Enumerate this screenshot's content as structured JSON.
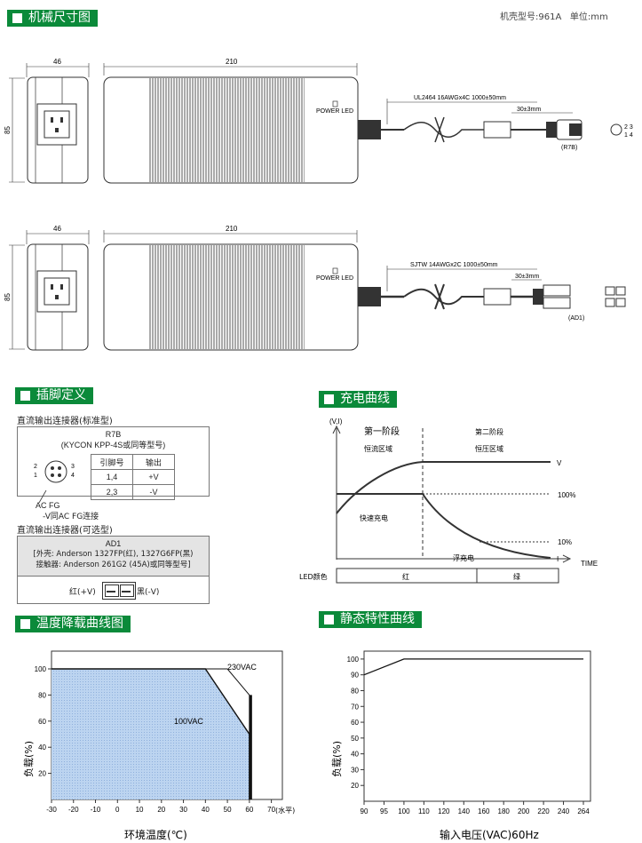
{
  "header": {
    "title": "机械尺寸图",
    "case_no": "机壳型号:961A",
    "unit": "单位:mm"
  },
  "drawing_top": {
    "dim_width_small": "46",
    "dim_width_large": "210",
    "dim_height": "85",
    "led_label": "POWER LED",
    "cable_spec": "UL2464 16AWGx4C 1000±50mm",
    "cable_end": "30±3mm",
    "connector_name": "(R7B)",
    "pin_top": "2 3",
    "pin_bottom": "1 4"
  },
  "drawing_bottom": {
    "dim_width_small": "46",
    "dim_width_large": "210",
    "dim_height": "85",
    "led_label": "POWER LED",
    "cable_spec": "SJTW 14AWGx2C 1000±50mm",
    "cable_end": "30±3mm",
    "connector_name": "(AD1)"
  },
  "pin_section": {
    "title": "插脚定义",
    "std_title": "直流输出连接器(标准型)",
    "std_name": "R7B",
    "std_model": "(KYCON KPP-4S或同等型号)",
    "col_pin": "引脚号",
    "col_output": "输出",
    "rows": [
      {
        "pin": "1,4",
        "out": "+V"
      },
      {
        "pin": "2,3",
        "out": "-V"
      }
    ],
    "pin_labels": {
      "p2": "2",
      "p1": "1",
      "p3": "3",
      "p4": "4"
    },
    "acfg": "AC FG",
    "acfg_note": "-V同AC FG连接",
    "opt_title": "直流输出连接器(可选型)",
    "opt_name": "AD1",
    "opt_housing": "[外壳: Anderson 1327FP(红), 1327G6FP(黑)",
    "opt_contact": "接触器: Anderson 261G2 (45A)或同等型号]",
    "red_label": "红(+V)",
    "black_label": "黑(-V)"
  },
  "charge_section": {
    "title": "充电曲线",
    "y_label": "(V,I)",
    "stage1": "第一阶段",
    "stage1b": "恒流区域",
    "stage2": "第二阶段",
    "stage2b": "恒压区域",
    "v_label": "V",
    "pct100": "100%",
    "pct10": "10%",
    "i_label": "I",
    "fast": "快速充电",
    "float": "浮充电",
    "time": "TIME",
    "led_color": "LED颜色",
    "red": "红",
    "green": "绿"
  },
  "derating_section": {
    "title": "温度降载曲线图",
    "label_230": "230VAC",
    "label_100": "100VAC",
    "ylabel": "负载(%)",
    "xlabel": "环境温度(℃)",
    "xunit": "(水平)"
  },
  "static_section": {
    "title": "静态特性曲线",
    "ylabel": "负载(%)",
    "xlabel": "输入电压(VAC)60Hz"
  },
  "chart_data": [
    {
      "type": "area",
      "title": "",
      "xlabel": "环境温度(℃)",
      "ylabel": "负载(%)",
      "x_ticks": [
        -30,
        -20,
        -10,
        0,
        10,
        20,
        30,
        40,
        50,
        60,
        70
      ],
      "y_ticks": [
        20,
        40,
        60,
        80,
        100
      ],
      "xlim": [
        -30,
        75
      ],
      "ylim": [
        0,
        110
      ],
      "series": [
        {
          "name": "230VAC",
          "x": [
            -30,
            50,
            60,
            60
          ],
          "y": [
            100,
            100,
            80,
            0
          ]
        },
        {
          "name": "100VAC",
          "x": [
            -30,
            40,
            60,
            60
          ],
          "y": [
            100,
            100,
            50,
            0
          ]
        }
      ]
    },
    {
      "type": "line",
      "title": "",
      "xlabel": "输入电压(VAC)60Hz",
      "ylabel": "负载(%)",
      "x_ticks": [
        90,
        95,
        100,
        110,
        120,
        140,
        160,
        180,
        200,
        220,
        240,
        264
      ],
      "y_ticks": [
        20,
        30,
        40,
        50,
        60,
        70,
        80,
        90,
        100
      ],
      "ylim": [
        10,
        105
      ],
      "series": [
        {
          "x": [
            90,
            100,
            264
          ],
          "y": [
            90,
            100,
            100
          ]
        }
      ]
    }
  ]
}
